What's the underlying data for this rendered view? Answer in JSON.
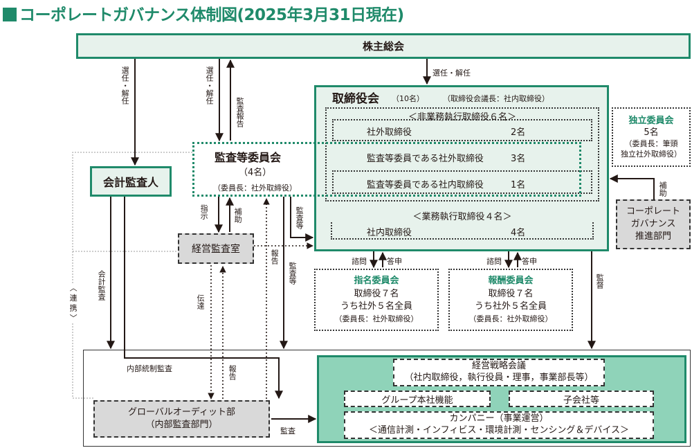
{
  "title": "コーポレートガバナンス体制図(2025年3月31日現在)",
  "shareholders": "株主総会",
  "board": {
    "name": "取締役会",
    "count": "（10名）",
    "chair": "（取締役会議長：社内取締役）",
    "non_exec_header": "＜非業務執行取締役６名＞",
    "exec_header": "＜業務執行取締役４名＞",
    "rows": [
      {
        "label": "社外取締役",
        "count": "2名"
      },
      {
        "label": "監査等委員である社外取締役",
        "count": "3名"
      },
      {
        "label": "監査等委員である社内取締役",
        "count": "1名"
      },
      {
        "label": "社内取締役",
        "count": "4名"
      }
    ]
  },
  "independent": {
    "name": "独立委員会",
    "count": "5名",
    "chair_line1": "（委員長：筆頭",
    "chair_line2": "独立社外取締役）"
  },
  "audit_committee": {
    "name": "監査等委員会",
    "count": "（4名）",
    "chair": "（委員長：社外取締役）"
  },
  "auditor": "会計監査人",
  "mgmt_audit": "経営監査室",
  "cg_promotion": {
    "line1": "コーポレート",
    "line2": "ガバナンス",
    "line3": "推進部門"
  },
  "nomination": {
    "name": "指名委員会",
    "line1": "取締役７名",
    "line2": "うち社外５名全員",
    "chair": "（委員長：社外取締役）"
  },
  "compensation": {
    "name": "報酬委員会",
    "line1": "取締役７名",
    "line2": "うち社外５名全員",
    "chair": "（委員長：社外取締役）"
  },
  "global_audit": {
    "line1": "グローバルオーディット部",
    "line2": "（内部監査部門）"
  },
  "exec": {
    "strategy": "経営戦略会議",
    "strategy_sub": "（社内取締役，執行役員・理事，事業部長等）",
    "group_hq": "グループ本社機能",
    "subsidiaries": "子会社等",
    "company": "カンパニー（事業運営）",
    "company_sub": "＜通信計測・インフィビス・環境計測・センシング＆デバイス＞"
  },
  "labels": {
    "elect1": "選任・解任",
    "elect2": "選任・解任",
    "elect3": "選任・解任",
    "audit_report": "監査報告",
    "accounting_audit": "会計監査",
    "instruct": "指示",
    "assist1": "補助",
    "audit_etc1": "監査等",
    "report1": "報告",
    "audit_etc2": "監査等",
    "consult1": "諮問",
    "answer1": "答申",
    "consult2": "諮問",
    "answer2": "答申",
    "supervise": "監督",
    "assist2": "補助",
    "cooperation": "〈 連 携 〉",
    "internal_control": "内部統制監査",
    "transmit": "伝達",
    "report2": "報告",
    "audit": "監査"
  },
  "colors": {
    "green": "#1f8a6a",
    "light_green": "#e7f2ec",
    "mint": "#8fd3b9",
    "gray": "#d9d9d9"
  }
}
